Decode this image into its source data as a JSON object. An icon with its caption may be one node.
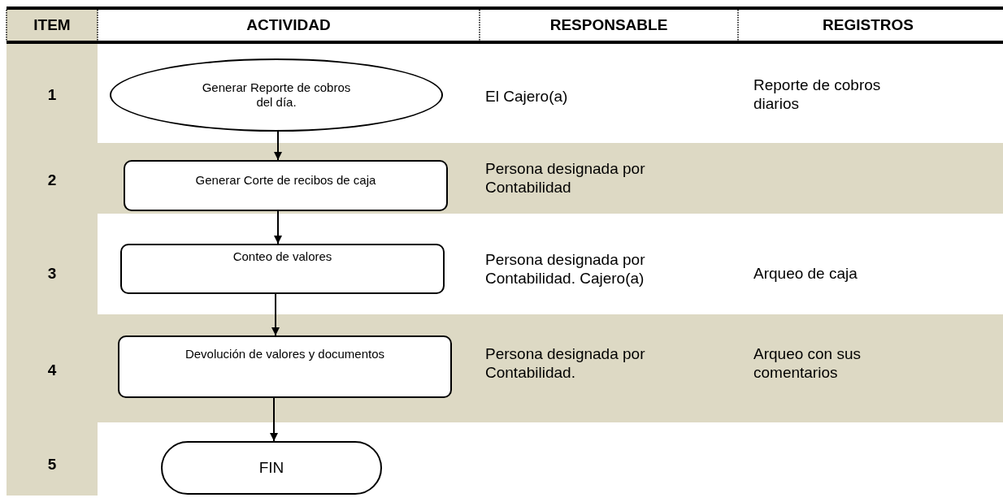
{
  "diagram": {
    "nodes": [
      {
        "text": [
          "Generar Reporte de cobros del día."
        ]
      },
      {
        "text": [
          "Generar Corte de recibos de caja"
        ]
      },
      {
        "text": [
          "Conteo de valores"
        ]
      },
      {
        "text": [
          "Devolución de valores y documentos"
        ]
      },
      {
        "text": [
          "FIN"
        ]
      }
    ],
    "edges": [
      {
        "from": 0,
        "to": 1,
        "arrow": "to"
      },
      {
        "from": 1,
        "to": 2,
        "arrow": "to"
      },
      {
        "from": 2,
        "to": 3,
        "arrow": "to"
      },
      {
        "from": 3,
        "to": 4,
        "arrow": "to"
      }
    ],
    "labels": [
      "ITEM",
      "ACTIVIDAD",
      "RESPONSABLE",
      "REGISTROS",
      "1",
      "El Cajero(a)",
      "Reporte de cobros diarios",
      "2",
      "Persona designada por Contabilidad",
      "3",
      "Persona designada por Contabilidad. Cajero(a)",
      "Arqueo de caja",
      "4",
      "Persona designada por Contabilidad.",
      "Arqueo con sus comentarios",
      "5"
    ]
  }
}
